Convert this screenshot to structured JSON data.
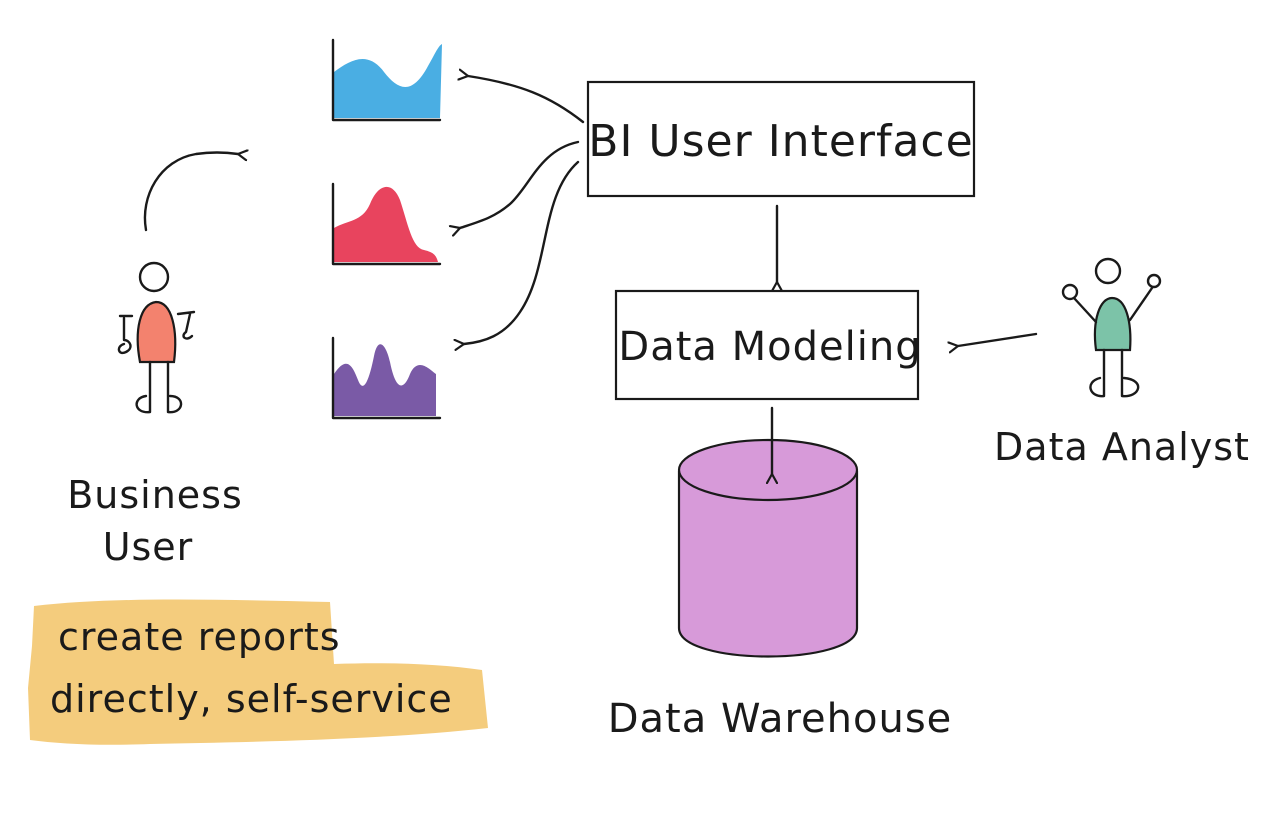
{
  "nodes": {
    "bi_user_interface": {
      "label": "BI User Interface"
    },
    "data_modeling": {
      "label": "Data Modeling"
    },
    "data_warehouse": {
      "label": "Data Warehouse"
    }
  },
  "actors": {
    "business_user": {
      "line1": "Business",
      "line2": "User"
    },
    "data_analyst": {
      "label": "Data Analyst"
    }
  },
  "note": {
    "line1": "create reports",
    "line2": "directly, self-service"
  },
  "colors": {
    "chart_blue": "#4aaee3",
    "chart_red": "#e8445e",
    "chart_purple": "#7a5aa6",
    "business_user_body": "#f3826e",
    "data_analyst_body": "#7cc3a8",
    "warehouse": "#d79ad9",
    "note_highlight": "#f3c56b"
  }
}
